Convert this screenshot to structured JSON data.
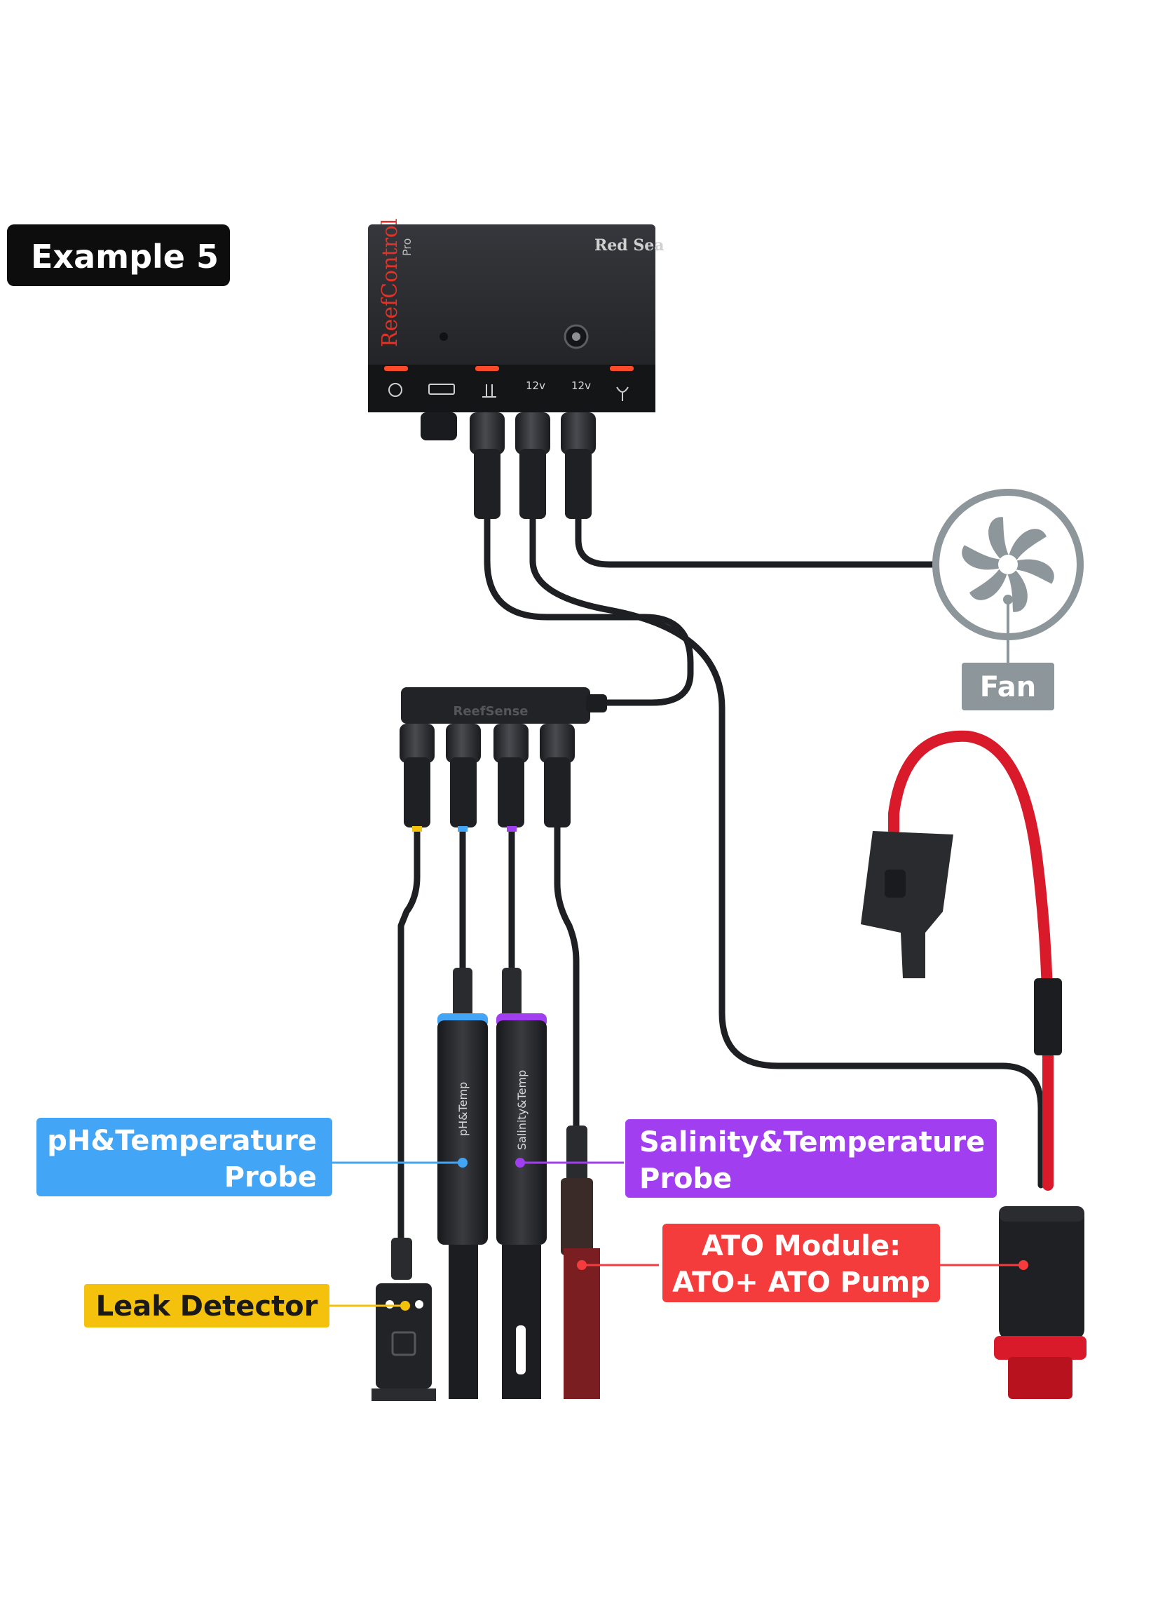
{
  "example_badge": "Example 5",
  "controller": {
    "brand_script": "ReefControl",
    "brand_suffix": "Pro",
    "maker": "Red Sea",
    "port_labels": [
      "12v",
      "12v"
    ]
  },
  "hub": {
    "label": "ReefSense"
  },
  "probes": {
    "ph": {
      "label": "pH&Temp"
    },
    "salinity": {
      "label": "Salinity&Temp"
    }
  },
  "callouts": {
    "fan": "Fan",
    "ph_line1": "pH&Temperature",
    "ph_line2": "Probe",
    "salinity_line1": "Salinity&Temperature",
    "salinity_line2": "Probe",
    "ato_line1": "ATO Module:",
    "ato_line2": "ATO+ ATO Pump",
    "leak": "Leak Detector"
  },
  "colors": {
    "badge_bg": "#0d0d0d",
    "fan_gray": "#8d969b",
    "ph_blue": "#43a5f5",
    "salinity_purple": "#a03ef0",
    "ato_red": "#f43c3c",
    "leak_yellow": "#f4c20d",
    "cable": "#1e1f22",
    "device_body": "#2b2c30",
    "pump_tube_red": "#d91a2a"
  }
}
